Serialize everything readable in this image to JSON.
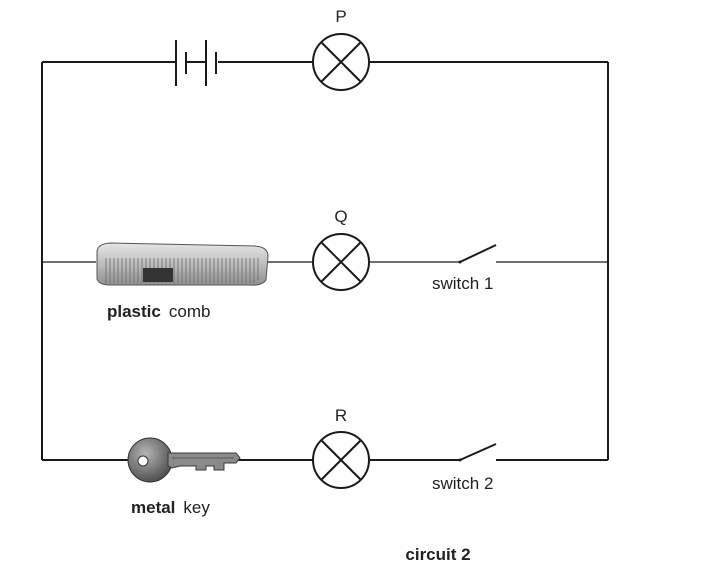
{
  "diagram": {
    "lamps": [
      {
        "id": "P",
        "label": "P"
      },
      {
        "id": "Q",
        "label": "Q"
      },
      {
        "id": "R",
        "label": "R"
      }
    ],
    "switches": [
      {
        "id": "switch1",
        "label": "switch 1"
      },
      {
        "id": "switch2",
        "label": "switch 2"
      }
    ],
    "objects": {
      "comb": {
        "bold": "plastic",
        "rest": "comb"
      },
      "key": {
        "bold": "metal",
        "rest": "key"
      }
    },
    "caption": "circuit 2",
    "colors": {
      "wire": "#1a1a1a",
      "key_grey": "#6f6f6f",
      "comb_grey": "#b9b9b9"
    }
  }
}
